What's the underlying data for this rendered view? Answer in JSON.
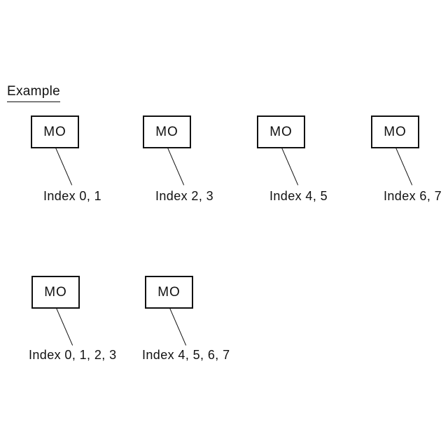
{
  "diagram": {
    "title": "Example",
    "colors": {
      "background": "#ffffff",
      "ink": "#111111"
    },
    "nodes": [
      {
        "box_label": "MO",
        "index_label": "Index 0, 1"
      },
      {
        "box_label": "MO",
        "index_label": "Index 2, 3"
      },
      {
        "box_label": "MO",
        "index_label": "Index 4, 5"
      },
      {
        "box_label": "MO",
        "index_label": "Index 6, 7"
      },
      {
        "box_label": "MO",
        "index_label": "Index 0, 1, 2, 3"
      },
      {
        "box_label": "MO",
        "index_label": "Index 4, 5, 6, 7"
      }
    ]
  }
}
